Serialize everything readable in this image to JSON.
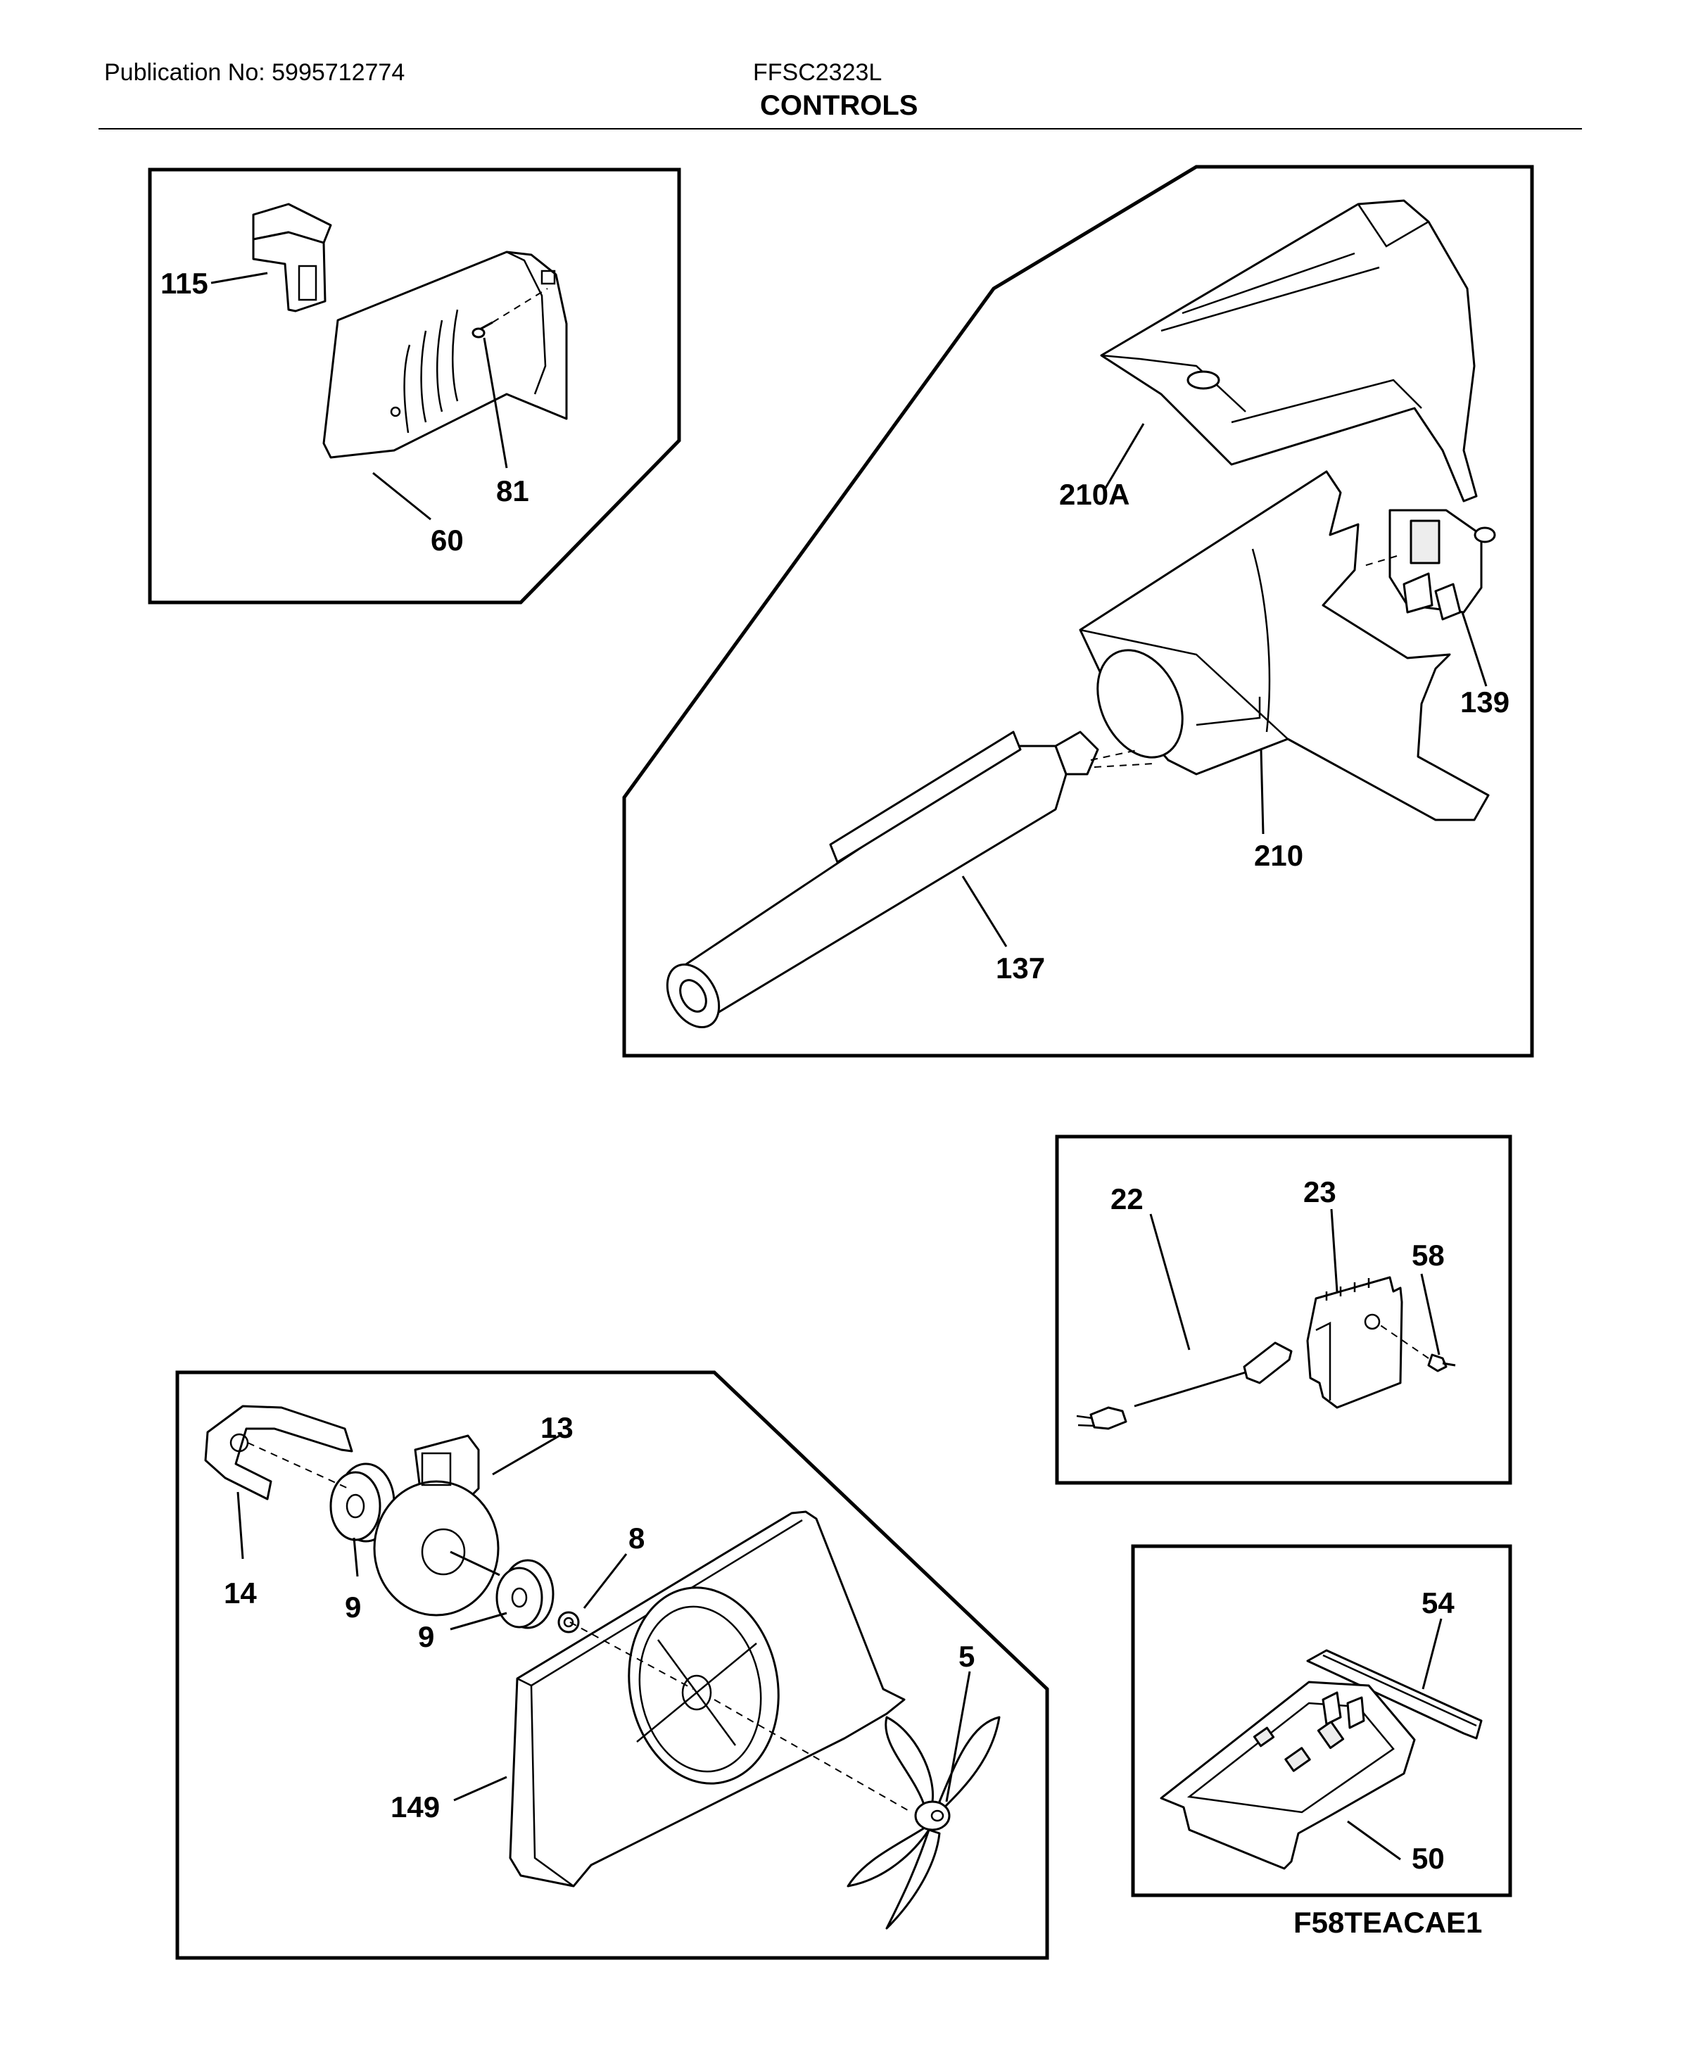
{
  "header": {
    "publication": "Publication No: 5995712774",
    "model": "FFSC2323L",
    "title": "CONTROLS"
  },
  "figure_code": "F58TEACAE1",
  "callouts": {
    "c115": "115",
    "c81": "81",
    "c60": "60",
    "c210A": "210A",
    "c139": "139",
    "c210": "210",
    "c137": "137",
    "c22": "22",
    "c23": "23",
    "c58": "58",
    "c13": "13",
    "c8": "8",
    "c14": "14",
    "c9a": "9",
    "c9b": "9",
    "c5": "5",
    "c149": "149",
    "c54": "54",
    "c50": "50"
  }
}
